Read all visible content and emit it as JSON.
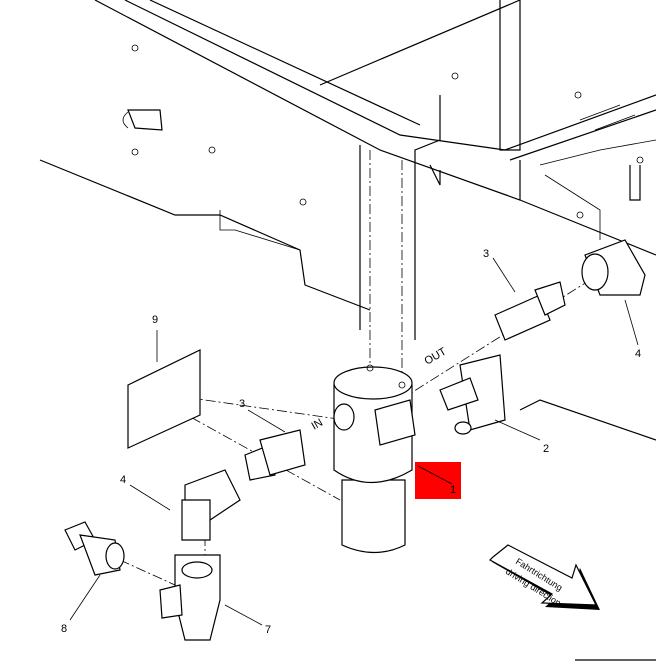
{
  "callouts": {
    "c1": "1",
    "c2": "2",
    "c3a": "3",
    "c3b": "3",
    "c4a": "4",
    "c4b": "4",
    "c7": "7",
    "c8": "8",
    "c9": "9"
  },
  "flow": {
    "in": "IN",
    "out": "OUT"
  },
  "direction_arrow": {
    "line1": "Fahrtrichtung",
    "line2": "driving direction"
  },
  "highlight_color": "#ff0000"
}
